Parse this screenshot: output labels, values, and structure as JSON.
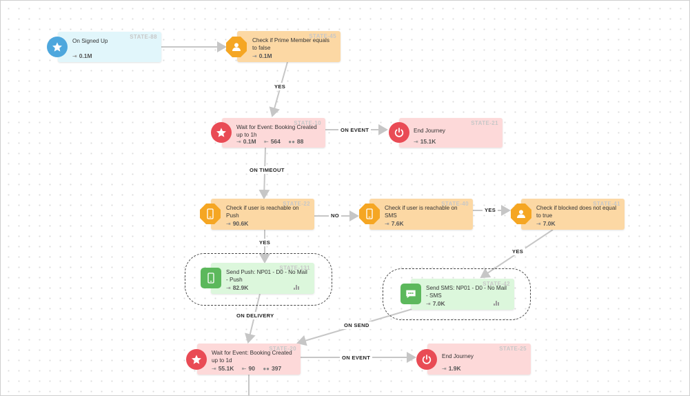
{
  "diagram": {
    "nodes": {
      "signed_up": {
        "state": "STATE-88",
        "title": "On Signed Up",
        "icon": "star-icon",
        "stats": {
          "entered": "0.1M"
        }
      },
      "prime_member": {
        "state": "STATE-45",
        "title": "Check if Prime Member equals to false",
        "icon": "user-icon",
        "stats": {
          "entered": "0.1M"
        }
      },
      "wait_booking_1h": {
        "state": "STATE-10",
        "title": "Wait for Event: Booking Created up to 1h",
        "icon": "star-icon",
        "stats": {
          "entered": "0.1M",
          "exited": "564",
          "users": "88"
        }
      },
      "end_journey_21": {
        "state": "STATE-21",
        "title": "End Journey",
        "icon": "power-icon",
        "stats": {
          "entered": "15.1K"
        }
      },
      "reachable_push": {
        "state": "STATE-22",
        "title": "Check if user is  reachable on Push",
        "icon": "phone-icon",
        "stats": {
          "entered": "90.6K"
        }
      },
      "reachable_sms": {
        "state": "STATE-40",
        "title": "Check if user is  reachable on SMS",
        "icon": "phone-icon",
        "stats": {
          "entered": "7.6K"
        }
      },
      "blocked": {
        "state": "STATE-41",
        "title": "Check if blocked does not equal to true",
        "icon": "user-icon",
        "stats": {
          "entered": "7.0K"
        }
      },
      "send_push": {
        "state": "STATE-131",
        "title": "Send Push: NP01 - D0 - No Mail - Push",
        "icon": "phone-icon",
        "stats": {
          "entered": "82.9K"
        }
      },
      "send_sms": {
        "state": "STATE-42",
        "title": "Send SMS: NP01 - D0 - No Mail - SMS",
        "icon": "message-icon",
        "stats": {
          "entered": "7.0K"
        }
      },
      "wait_booking_1d": {
        "state": "STATE-20",
        "title": "Wait for Event: Booking Created up to 1d",
        "icon": "star-icon",
        "stats": {
          "entered": "55.1K",
          "exited": "90",
          "users": "397"
        }
      },
      "end_journey_25": {
        "state": "STATE-25",
        "title": "End Journey",
        "icon": "power-icon",
        "stats": {
          "entered": "1.9K"
        }
      }
    },
    "edge_labels": {
      "yes_1": "YES",
      "on_event_1": "ON EVENT",
      "on_timeout": "ON TIMEOUT",
      "no": "NO",
      "yes_2": "YES",
      "yes_3": "YES",
      "yes_4": "YES",
      "on_delivery": "ON DELIVERY",
      "on_send": "ON SEND",
      "on_event_2": "ON EVENT"
    },
    "colors": {
      "trigger": "#e1f6fb",
      "condition": "#fcd8a4",
      "wait": "#fdd9d9",
      "action": "#dcf7dc",
      "edge": "#c6c6c6"
    }
  }
}
